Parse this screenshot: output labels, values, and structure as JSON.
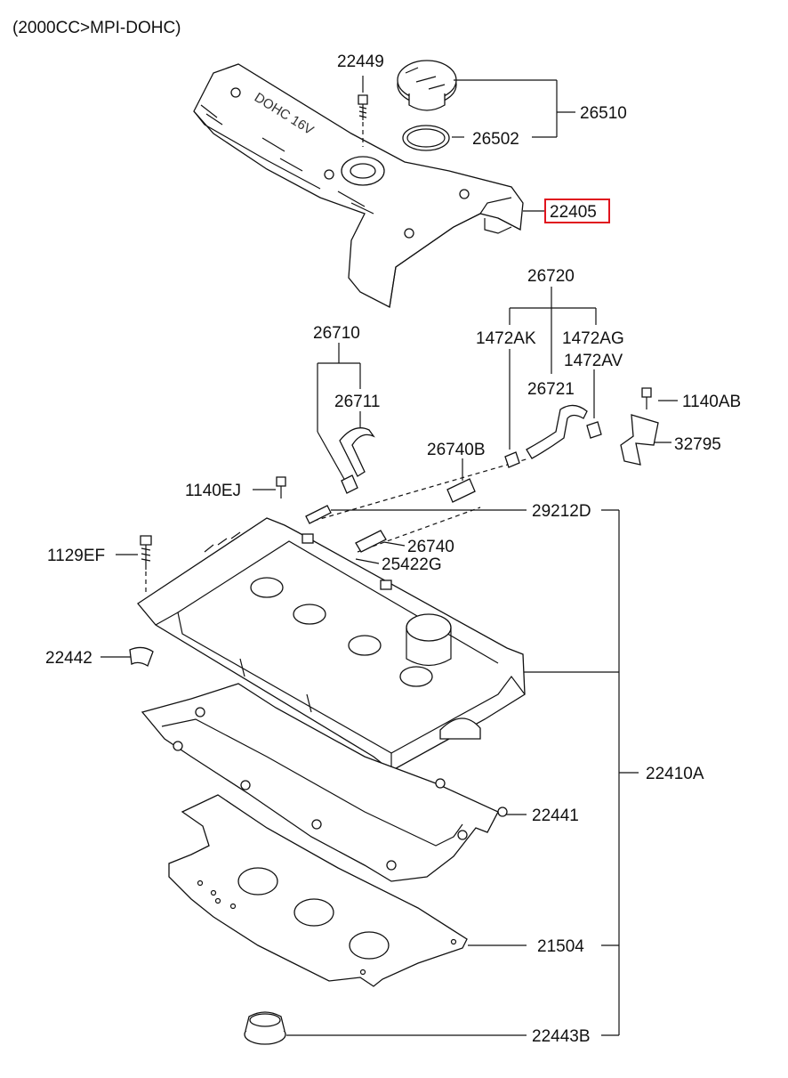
{
  "header": "(2000CC>MPI-DOHC)",
  "cover_embossing": "DOHC 16V",
  "highlight_color": "#e0141e",
  "parts": {
    "p22449": "22449",
    "p26510": "26510",
    "p26502": "26502",
    "p22405": "22405",
    "p26720": "26720",
    "p26710": "26710",
    "p1472AK": "1472AK",
    "p1472AG": "1472AG",
    "p1472AV": "1472AV",
    "p26721": "26721",
    "p26711": "26711",
    "p1140AB": "1140AB",
    "p26740B": "26740B",
    "p32795": "32795",
    "p1140EJ": "1140EJ",
    "p29212D": "29212D",
    "p1129EF": "1129EF",
    "p26740": "26740",
    "p25422G": "25422G",
    "p22442": "22442",
    "p22410A": "22410A",
    "p22441": "22441",
    "p21504": "21504",
    "p22443B": "22443B"
  },
  "highlighted_part": "22405"
}
